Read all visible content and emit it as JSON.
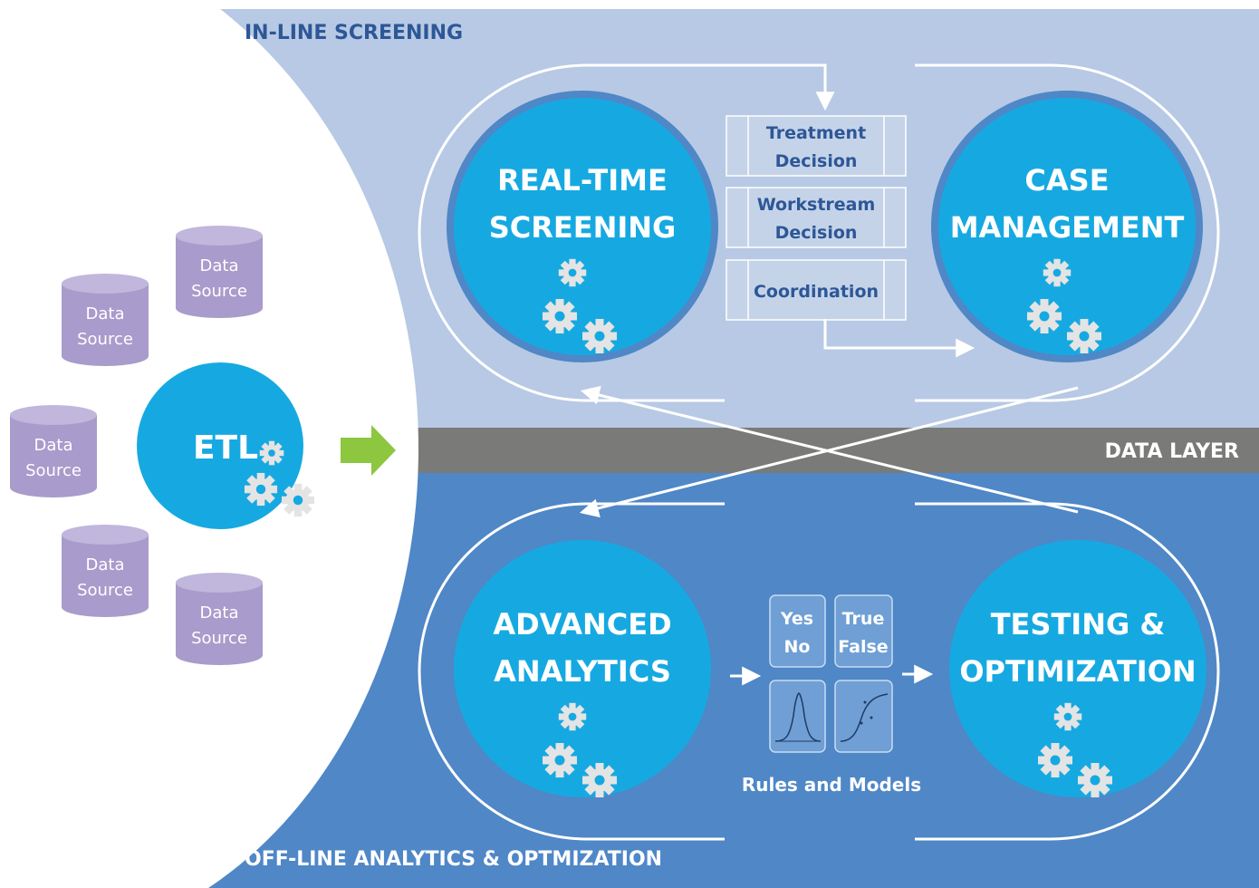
{
  "bands": {
    "inline_title": "IN-LINE SCREENING",
    "data_layer": "DATA LAYER",
    "offline_title": "OFF-LINE ANALYTICS & OPTMIZATION"
  },
  "etl": {
    "label": "ETL"
  },
  "data_sources": [
    {
      "line1": "Data",
      "line2": "Source"
    },
    {
      "line1": "Data",
      "line2": "Source"
    },
    {
      "line1": "Data",
      "line2": "Source"
    },
    {
      "line1": "Data",
      "line2": "Source"
    },
    {
      "line1": "Data",
      "line2": "Source"
    }
  ],
  "nodes": {
    "realtime": {
      "line1": "REAL-TIME",
      "line2": "SCREENING"
    },
    "case": {
      "line1": "CASE",
      "line2": "MANAGEMENT"
    },
    "advanced": {
      "line1": "ADVANCED",
      "line2": "ANALYTICS"
    },
    "testing": {
      "line1": "TESTING &",
      "line2": "OPTIMIZATION"
    }
  },
  "decisions": [
    {
      "line1": "Treatment",
      "line2": "Decision"
    },
    {
      "line1": "Workstream",
      "line2": "Decision"
    },
    {
      "line1": "Coordination",
      "line2": ""
    }
  ],
  "rules": {
    "yes": "Yes",
    "no": "No",
    "true": "True",
    "false": "False",
    "caption": "Rules and Models"
  },
  "colors": {
    "inline_bg": "#b7c9e4",
    "offline_bg": "#4f87c7",
    "data_layer": "#7a7a79",
    "circle": "#16a9e1",
    "source": "#a99bcb",
    "arrow_green": "#8dc63f",
    "text_dark": "#2d5796"
  },
  "icons": [
    "gears-icon",
    "arrow-right-icon",
    "database-icon",
    "bell-curve-icon",
    "s-curve-icon"
  ]
}
